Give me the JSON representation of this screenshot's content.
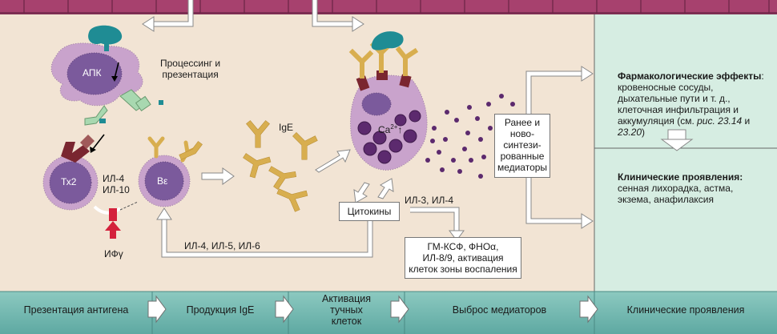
{
  "cells": {
    "apc": "АПК",
    "th2": "Тх2",
    "b_cell": "Bε",
    "ca": "Ca",
    "ca_sup": "2+",
    "ca_arrow": "↑"
  },
  "labels": {
    "processing": "Процессинг и\nпрезентация",
    "il4": "ИЛ-4",
    "il10": "ИЛ-10",
    "ifn": "ИФγ",
    "ige": "IgE",
    "il3_il4": "ИЛ-3, ИЛ-4",
    "il456": "ИЛ-4, ИЛ-5, ИЛ-6"
  },
  "boxes": {
    "cytokines": "Цитокины",
    "mediators": "Ранее и\nново-\nсинтези-\nрованные\nмедиаторы",
    "gmcsf": "ГМ-КСФ, ФНОα,\nИЛ-8/9, активация\nклеток зоны воспаления"
  },
  "right_panel": {
    "pharm_title": "Фармакологические эффекты",
    "pharm_text_1": "кровеносные сосуды,\nдыхательные пути и  т. д.,\nклеточная инфильтрация и\nаккумуляция (см. ",
    "pharm_ref_1": "рис. 23.14",
    "pharm_and": " и",
    "pharm_ref_2": "23.20",
    "pharm_close": ")",
    "clin_title": "Клинические проявления:",
    "clin_text": "сенная лихорадка, астма,\nэкзема, анафилаксия"
  },
  "stages": [
    "Презентация антигена",
    "Продукция IgE",
    "Активация\nтучных\nклеток",
    "Выброс медиаторов",
    "Клинические проявления"
  ],
  "colors": {
    "background": "#f2e4d4",
    "tissue": "#a7416e",
    "panel": "#d6ede2",
    "bottom_band": "#6fb6ae",
    "cell": "#c9a3cc",
    "nucleus": "#7b5a9c",
    "granule": "#5c2a6e",
    "ige": "#d8ae4f",
    "receptor": "#7a2630",
    "apc_protein": "#1f8c94",
    "infg": "#d4213c"
  }
}
